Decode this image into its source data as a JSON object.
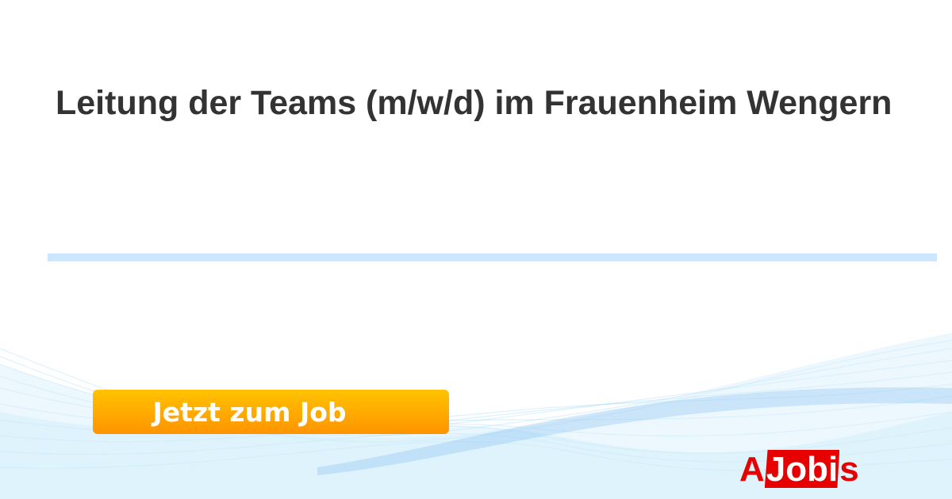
{
  "job": {
    "title": "Leitung der Teams (m/w/d) im Frauenheim Wengern"
  },
  "cta": {
    "label": "Jetzt zum Job"
  },
  "logo": {
    "part_a": "A",
    "part_box": "Jobi",
    "part_s": "s"
  },
  "colors": {
    "title": "#333333",
    "divider": "#cce6ff",
    "cta_top": "#ffc300",
    "cta_bottom": "#ff9400",
    "brand": "#e60000"
  }
}
